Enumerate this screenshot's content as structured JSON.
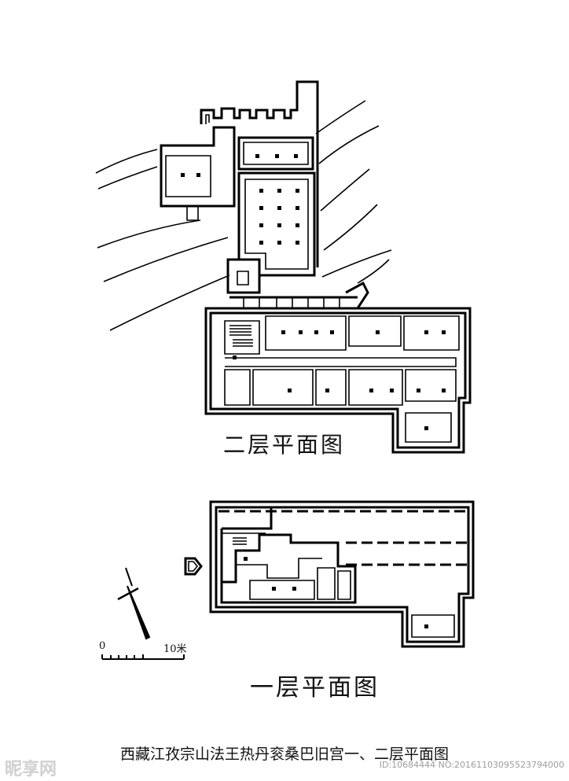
{
  "labels": {
    "upper_floor": "二层平面图",
    "lower_floor": "一层平面图",
    "caption": "西藏江孜宗山法王热丹衮桑巴旧宫一、二层平面图"
  },
  "scale": {
    "start": "0",
    "end": "10米"
  },
  "watermark": {
    "brand": "昵享网",
    "id_text": "ID:10684444 NO:20161103095523794000"
  }
}
